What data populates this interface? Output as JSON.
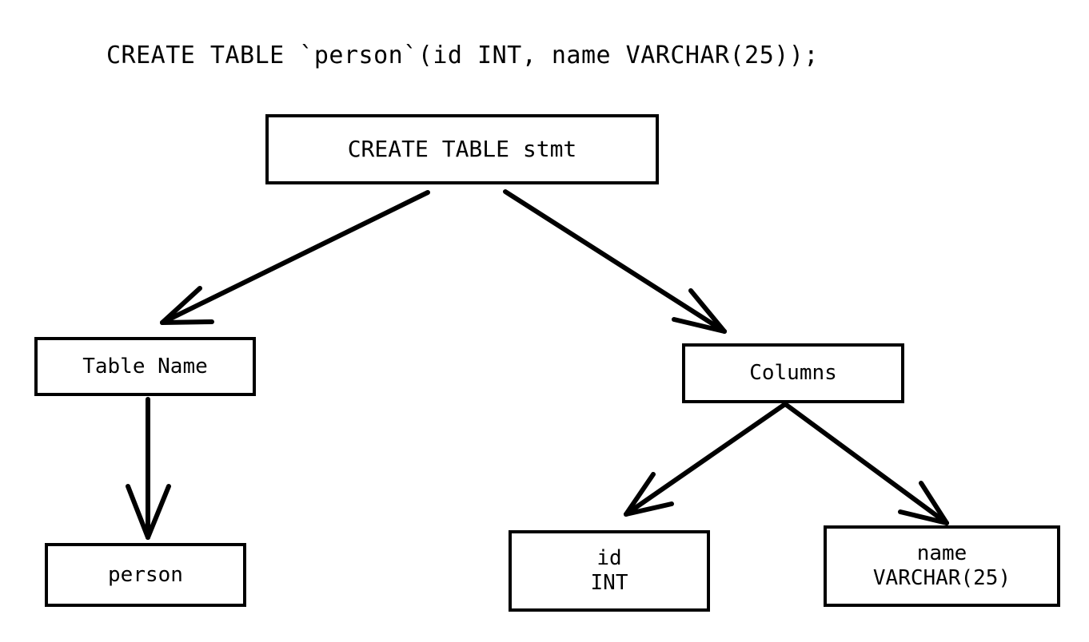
{
  "diagram": {
    "title": "CREATE TABLE `person`(id INT, name VARCHAR(25));",
    "type": "parse-tree",
    "stroke_color": "#000000",
    "background_color": "#ffffff",
    "nodes": [
      {
        "id": "root",
        "label": "CREATE TABLE stmt",
        "lines": [
          "CREATE TABLE stmt"
        ]
      },
      {
        "id": "tname",
        "label": "Table Name",
        "lines": [
          "Table Name"
        ]
      },
      {
        "id": "cols",
        "label": "Columns",
        "lines": [
          "Columns"
        ]
      },
      {
        "id": "person",
        "label": "person",
        "lines": [
          "person"
        ]
      },
      {
        "id": "id",
        "label": "id INT",
        "lines": [
          "id",
          "INT"
        ]
      },
      {
        "id": "name",
        "label": "name VARCHAR(25)",
        "lines": [
          "name",
          "VARCHAR(25)"
        ]
      }
    ],
    "edges": [
      {
        "from": "root",
        "to": "tname",
        "arrow": "open-v"
      },
      {
        "from": "root",
        "to": "cols",
        "arrow": "open-v"
      },
      {
        "from": "tname",
        "to": "person",
        "arrow": "open-v"
      },
      {
        "from": "cols",
        "to": "id",
        "arrow": "open-v"
      },
      {
        "from": "cols",
        "to": "name",
        "arrow": "open-v"
      }
    ]
  }
}
